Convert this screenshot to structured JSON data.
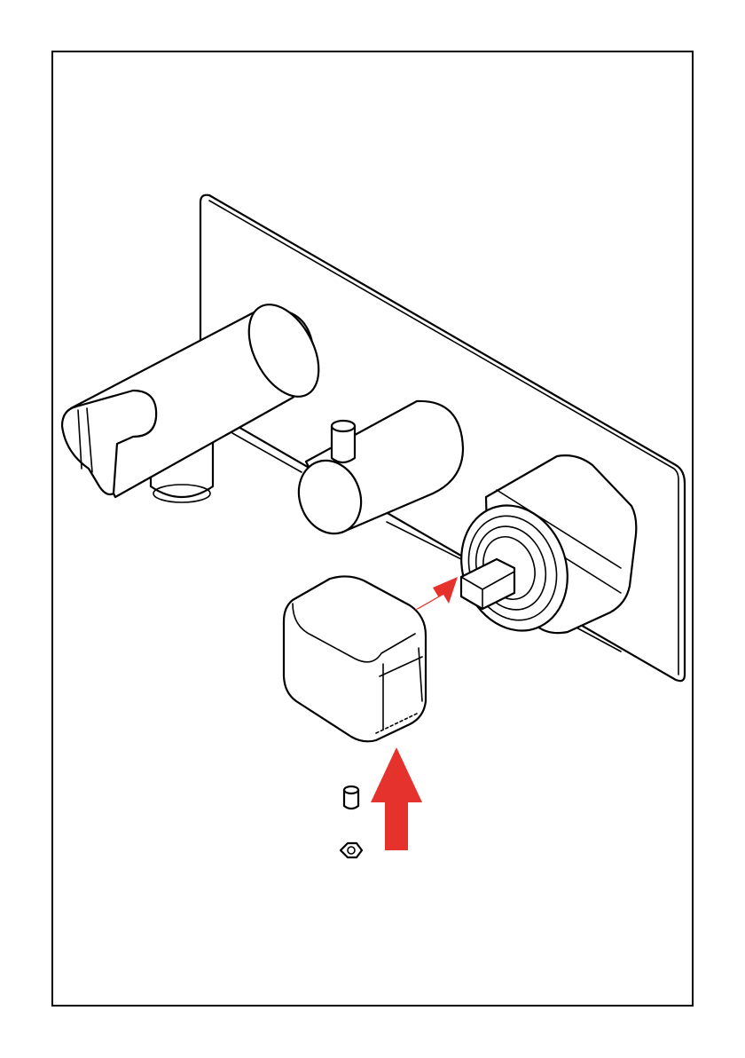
{
  "diagram": {
    "type": "assembly-instruction",
    "parts": [
      "wall-plate",
      "hand-shower-holder",
      "water-outlet",
      "diverter-knob",
      "valve-cartridge",
      "control-handle",
      "set-screw",
      "screw-cap"
    ],
    "arrows": [
      {
        "name": "handle-insert-arrow",
        "color": "#e5322d",
        "direction": "right-up"
      },
      {
        "name": "screw-insert-arrow",
        "color": "#e5322d",
        "direction": "up"
      }
    ],
    "line_color": "#000000",
    "background_color": "#ffffff"
  }
}
